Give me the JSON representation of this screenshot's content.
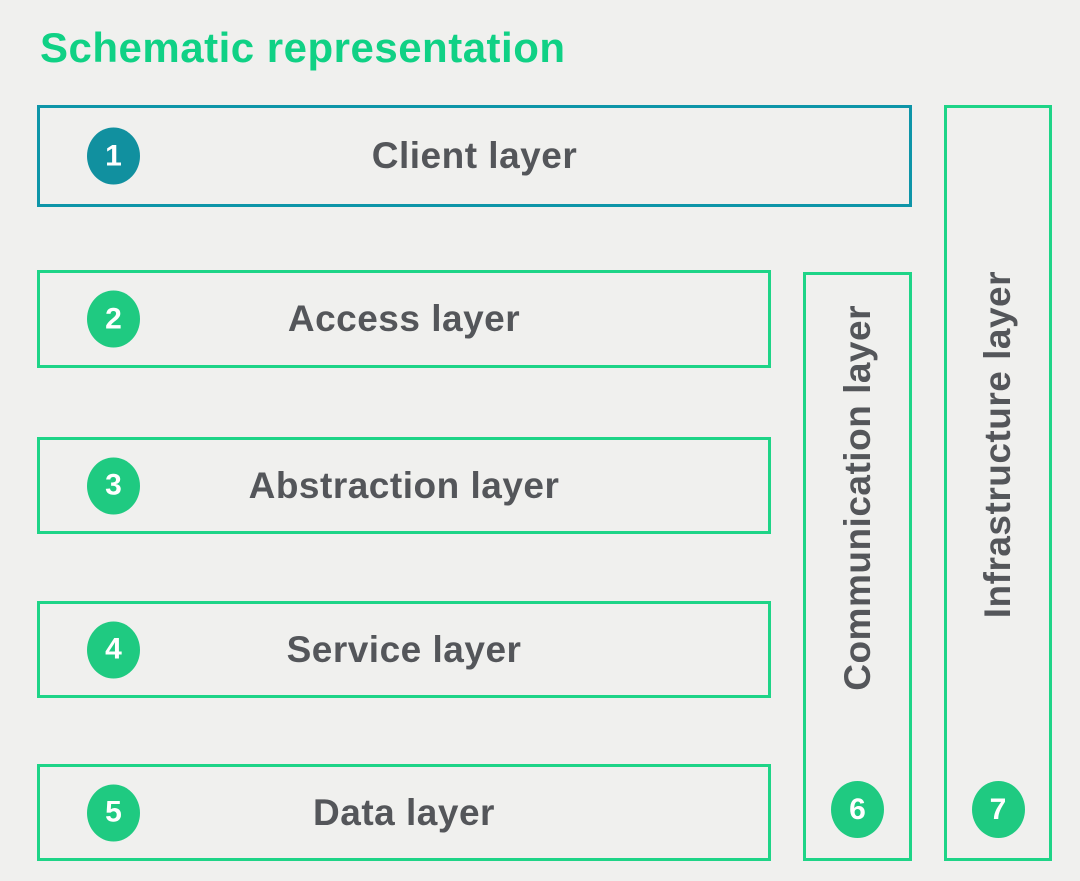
{
  "title": "Schematic representation",
  "colors": {
    "background": "#f0f0ee",
    "accent_green": "#1ed487",
    "circle_green": "#1fca81",
    "accent_teal": "#0e95a8",
    "circle_teal": "#11909f",
    "title_green": "#10d185",
    "label_gray": "#54565a"
  },
  "horizontal_layers": [
    {
      "number": "1",
      "label": "Client layer",
      "variant": "teal"
    },
    {
      "number": "2",
      "label": "Access layer",
      "variant": "green"
    },
    {
      "number": "3",
      "label": "Abstraction layer",
      "variant": "green"
    },
    {
      "number": "4",
      "label": "Service layer",
      "variant": "green"
    },
    {
      "number": "5",
      "label": "Data layer",
      "variant": "green"
    }
  ],
  "vertical_layers": [
    {
      "number": "6",
      "label": "Communication layer",
      "variant": "green"
    },
    {
      "number": "7",
      "label": "Infrastructure layer",
      "variant": "green"
    }
  ]
}
